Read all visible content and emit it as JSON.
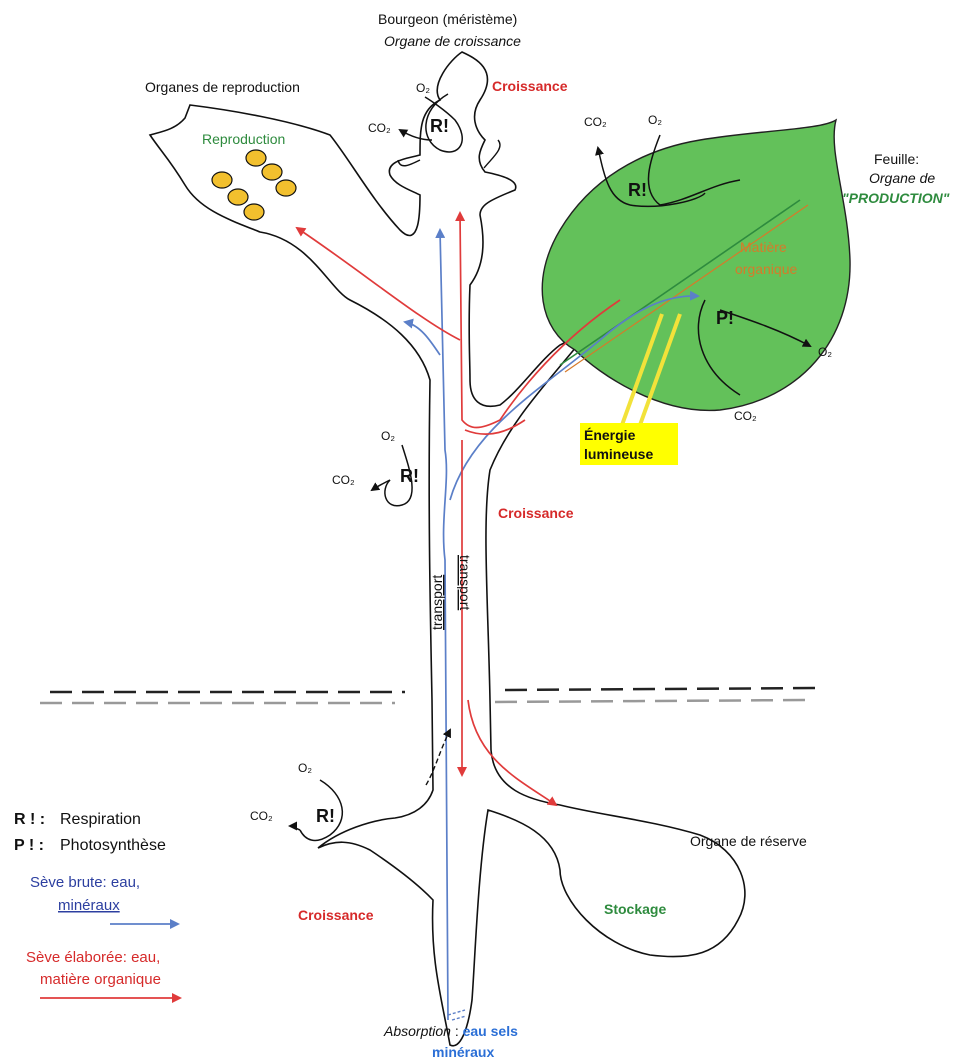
{
  "labels": {
    "bud_title": "Bourgeon (méristème)",
    "bud_subtitle": "Organe de croissance",
    "repro_organs": "Organes de reproduction",
    "reproduction": "Reproduction",
    "growth": "Croissance",
    "leaf_title": "Feuille:",
    "leaf_subtitle": "Organe de",
    "leaf_production": "\"PRODUCTION\"",
    "matiere_1": "Matière",
    "matiere_2": "organique",
    "energie_1": "Énergie",
    "energie_2": "lumineuse",
    "transport": "transport",
    "reserve_organ": "Organe de réserve",
    "stockage": "Stockage",
    "absorption": "Absorption",
    "absorption_sep": " : ",
    "absorption_blue_1": "eau sels",
    "absorption_blue_2": "minéraux",
    "respiration_mark": "R!",
    "photosynthesis_mark": "P!",
    "o2": "O₂",
    "co2": "CO₂"
  },
  "legend": {
    "r_key": "R ! :",
    "r_val": "Respiration",
    "p_key": "P ! :",
    "p_val": "Photosynthèse",
    "seve_brute_1": "Sève brute: eau,",
    "seve_brute_2": "minéraux",
    "seve_elab_1": "Sève élaborée: eau,",
    "seve_elab_2": "matière organique"
  },
  "colors": {
    "raw_sap": "#5b7fc8",
    "elaborated_sap": "#e03b3b",
    "leaf_fill": "#63c15a",
    "seed_fill": "#f2c02e",
    "energy_box": "#ffff00"
  }
}
